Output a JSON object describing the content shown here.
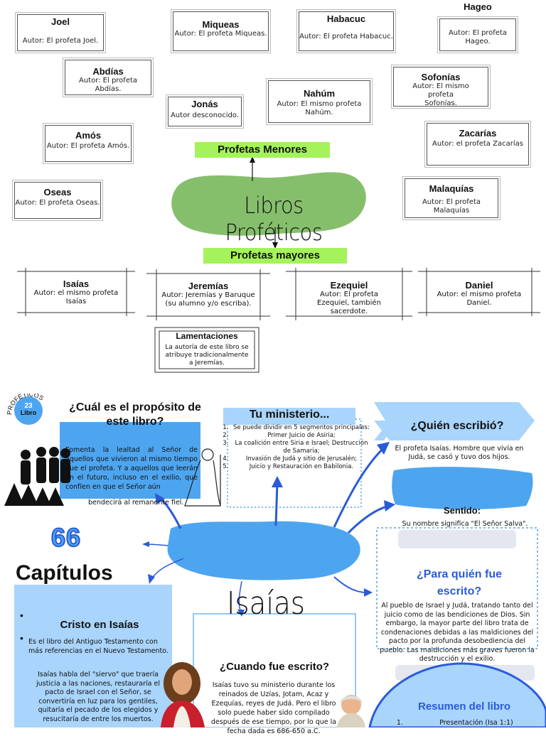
{
  "title": "Libros Proféticos",
  "menores": {
    "label": "Profetas Menores",
    "books": [
      {
        "name": "Joel",
        "author": "Autor: El profeta Joel."
      },
      {
        "name": "Miqueas",
        "author": "Autor: El profeta Miqueas."
      },
      {
        "name": "Habacuc",
        "author": "Autor: El profeta Habacuc."
      },
      {
        "name": "Hageo",
        "author": "Autor: El profeta Hageo."
      },
      {
        "name": "Abdías",
        "author": "Autor: El profeta Abdías."
      },
      {
        "name": "Sofonías",
        "author": "Autor: El mismo profeta Sofonías."
      },
      {
        "name": "Jonás",
        "author": "Autor desconocido."
      },
      {
        "name": "Nahúm",
        "author": "Autor: El mismo profeta Nahúm."
      },
      {
        "name": "Amós",
        "author": "Autor: El profeta Amós."
      },
      {
        "name": "Zacarías",
        "author": "Autor: el profeta Zacarías"
      },
      {
        "name": "Oseas",
        "author": "Autor: El profeta Oseas."
      },
      {
        "name": "Malaquías",
        "author": "Autor: El profeta Malaquías"
      }
    ]
  },
  "mayores": {
    "label": "Profetas mayores",
    "books": [
      {
        "name": "Isaías",
        "author": "Autor: el mismo profeta Isaías"
      },
      {
        "name": "Jeremías",
        "author": "Autor: Jeremías y Baruque (su alumno y/o escriba)."
      },
      {
        "name": "Ezequiel",
        "author": "Autor: El profeta Ezequiel, también sacerdote."
      },
      {
        "name": "Daniel",
        "author": "Autor: el mismo profeta Daniel."
      },
      {
        "name": "Lamentaciones",
        "author": "La autoría de este libro se atribuye tradicionalmente a Jeremías."
      }
    ]
  },
  "isaias": {
    "center": "Isaías",
    "badge": {
      "arc": "PROFÉTICOS",
      "number": "23",
      "label": "Libro"
    },
    "proposito": {
      "title": "¿Cuál es el propósito de este libro?",
      "text": "Fomenta la lealtad al Señor de aquellos que vivieron al mismo tiempo que el profeta. Y a aquellos que leerán en el futuro, incluso en el exilio, que confíen en que el Señor aún",
      "tail": "bendecirá al remanente fiel."
    },
    "ministerio": {
      "title": "Tu ministerio...",
      "items": [
        "Se puede dividir en 5 segmentos principales:",
        "Primer Juicio de Asiria;",
        "La coalición entre Siria e Israel; Destrucción de Samaria;",
        "Invasión de Judá y sitio de Jerusalén;",
        "Juicio y Restauración en Babilonia."
      ]
    },
    "quien": {
      "title": "¿Quién escribió?",
      "text": "El profeta Isaías. Hombre que vivía en Judá, se casó y tuvo dos hijos."
    },
    "sentido": {
      "title": "Sentido:",
      "text": "Su nombre significa \"El Señor Salva\"."
    },
    "para_quien": {
      "title": "¿Para quién fue escrito?",
      "text": "Al pueblo de Israel y Judá, tratando tanto del juicio como de las bendiciones de Dios. Sin embargo, la mayor parte del libro trata de condenaciones debidas a las maldiciones del pacto por la profunda desobediencia del pueblo. Las maldiciones más graves fueron la destrucción y el exilio."
    },
    "chapters": {
      "number": "66",
      "label": "Capítulos"
    },
    "cristo": {
      "title": "Cristo en Isaías",
      "p1": "Es el libro del Antiguo Testamento con más referencias en el Nuevo Testamento.",
      "p2": "Isaías habla del \"siervo\" que traería justicia a las naciones, restauraría el pacto de Israel con el Señor, se convertiría en luz para los gentiles, quitaría el pecado de los elegidos y resucitaría de entre los muertos."
    },
    "cuando": {
      "title": "¿Cuando fue escrito?",
      "text": "Isaías tuvo su ministerio durante los reinados de Uzías, Jotam, Acaz y Ezequías, reyes de Judá. Pero el libro solo puede haber sido compilado después de ese tiempo, por lo que la fecha dada es 686-650 a.C."
    },
    "resumen": {
      "title": "Resumen del libro",
      "first": "Presentación (Isa 1:1)"
    }
  },
  "colors": {
    "green": "#a4f35a",
    "mind_green": "#86bf6c",
    "blue": "#4ea5ef",
    "light_blue": "#a9d4fb",
    "dark_blue": "#2a5bd7"
  }
}
